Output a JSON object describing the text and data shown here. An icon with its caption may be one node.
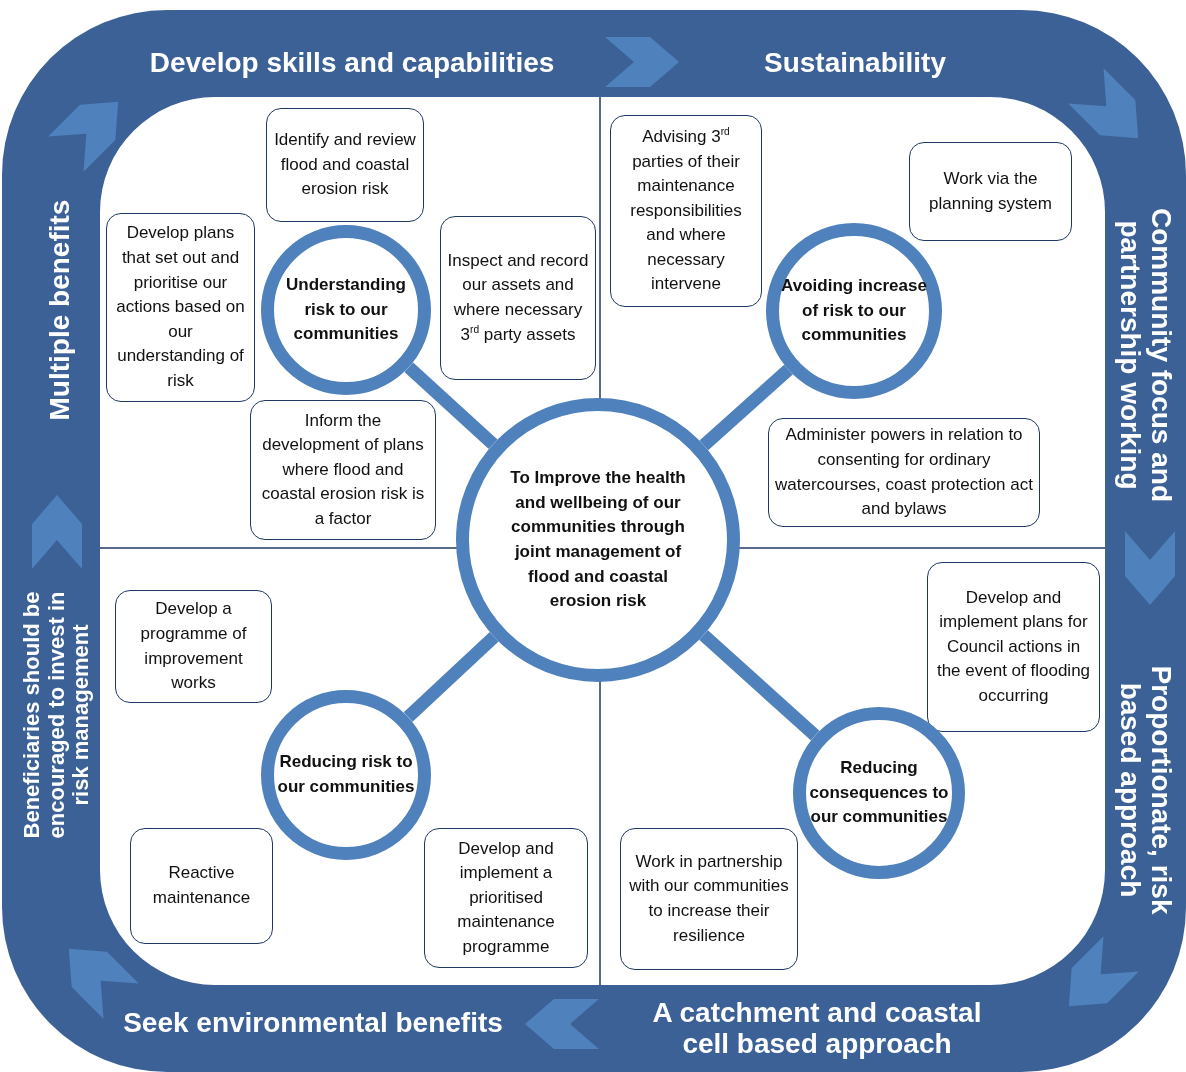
{
  "diagram": {
    "nodes": [
      {
        "text": [
          "Identify and review flood and coastal erosion risk"
        ]
      },
      {
        "text": [
          "Advising 3$^{rd}$ parties of their maintenance responsibilities and where necessary intervene"
        ]
      },
      {
        "text": [
          "Work via the planning system"
        ]
      },
      {
        "text": [
          "Develop plans that set out and prioritise our actions based on our understanding of risk"
        ]
      },
      {
        "text": [
          "Inspect and record our assets and where necessary 3$^{rd}$ party assets"
        ]
      },
      {
        "text": [
          "Understanding risk to our communities"
        ]
      },
      {
        "text": [
          "Avoiding increase of risk to our communities"
        ]
      },
      {
        "text": [
          "Inform the development of plans where flood and coastal erosion risk is a factor"
        ]
      },
      {
        "text": [
          "Administer powers in relation to consenting for ordinary watercourses, coast protection act and bylaws"
        ]
      },
      {
        "text": [
          "To Improve the health and wellbeing of our communities through joint management of flood and coastal erosion risk"
        ]
      },
      {
        "text": [
          "Develop and implement plans for Council actions in the event of flooding occurring"
        ]
      },
      {
        "text": [
          "Develop a programme of improvement works"
        ]
      },
      {
        "text": [
          "Reducing risk to our communities"
        ]
      },
      {
        "text": [
          "Reducing consequences to our communities"
        ]
      },
      {
        "text": [
          "Reactive maintenance"
        ]
      },
      {
        "text": [
          "Develop and implement a prioritised maintenance programme"
        ]
      },
      {
        "text": [
          "Work in partnership with our communities to increase their resilience"
        ]
      }
    ],
    "edges": [
      {
        "from": 9,
        "to": 5,
        "arrow": "none"
      },
      {
        "from": 9,
        "to": 6,
        "arrow": "none"
      },
      {
        "from": 9,
        "to": 12,
        "arrow": "none"
      },
      {
        "from": 9,
        "to": 13,
        "arrow": "none"
      }
    ],
    "labels": [
      "Develop skills and capabilities",
      "Sustainability",
      "Multiple benefits",
      "Community focus and partnership working",
      "Beneficiaries should be encouraged to invest in risk management",
      "Proportionate, risk based approach",
      "Seek environmental benefits",
      "A catchment and coastal cell based approach"
    ]
  }
}
